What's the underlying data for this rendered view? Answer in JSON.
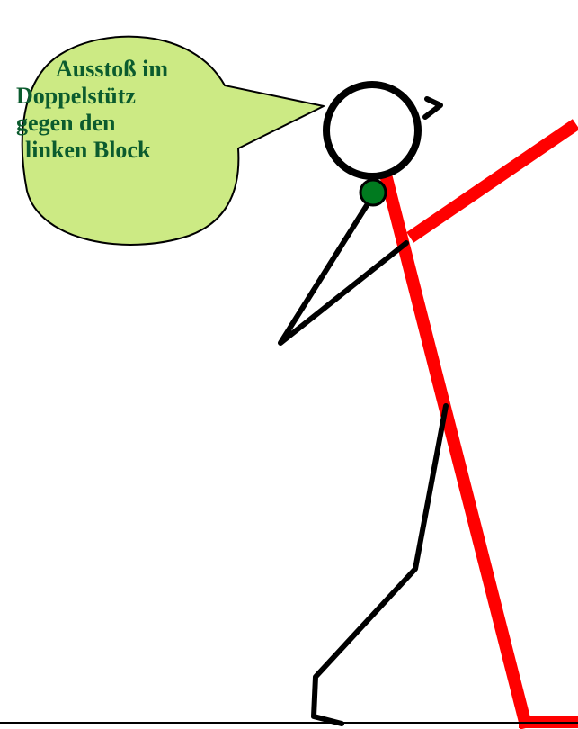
{
  "speech_bubble": {
    "lines": [
      "Ausstoß im",
      "Doppelstütz",
      "gegen den",
      "linken Block"
    ]
  },
  "colors": {
    "bubble_fill": "#ccea84",
    "bubble_stroke": "#000000",
    "text": "#0b5b2e",
    "red_figure": "#ff0000",
    "black_figure": "#000000",
    "neck_joint": "#007a1f"
  },
  "elements": {
    "head": "head-circle",
    "neck_joint": "green-circle",
    "red_figure": "red-stick-figure",
    "black_figure": "black-stick-figure"
  }
}
